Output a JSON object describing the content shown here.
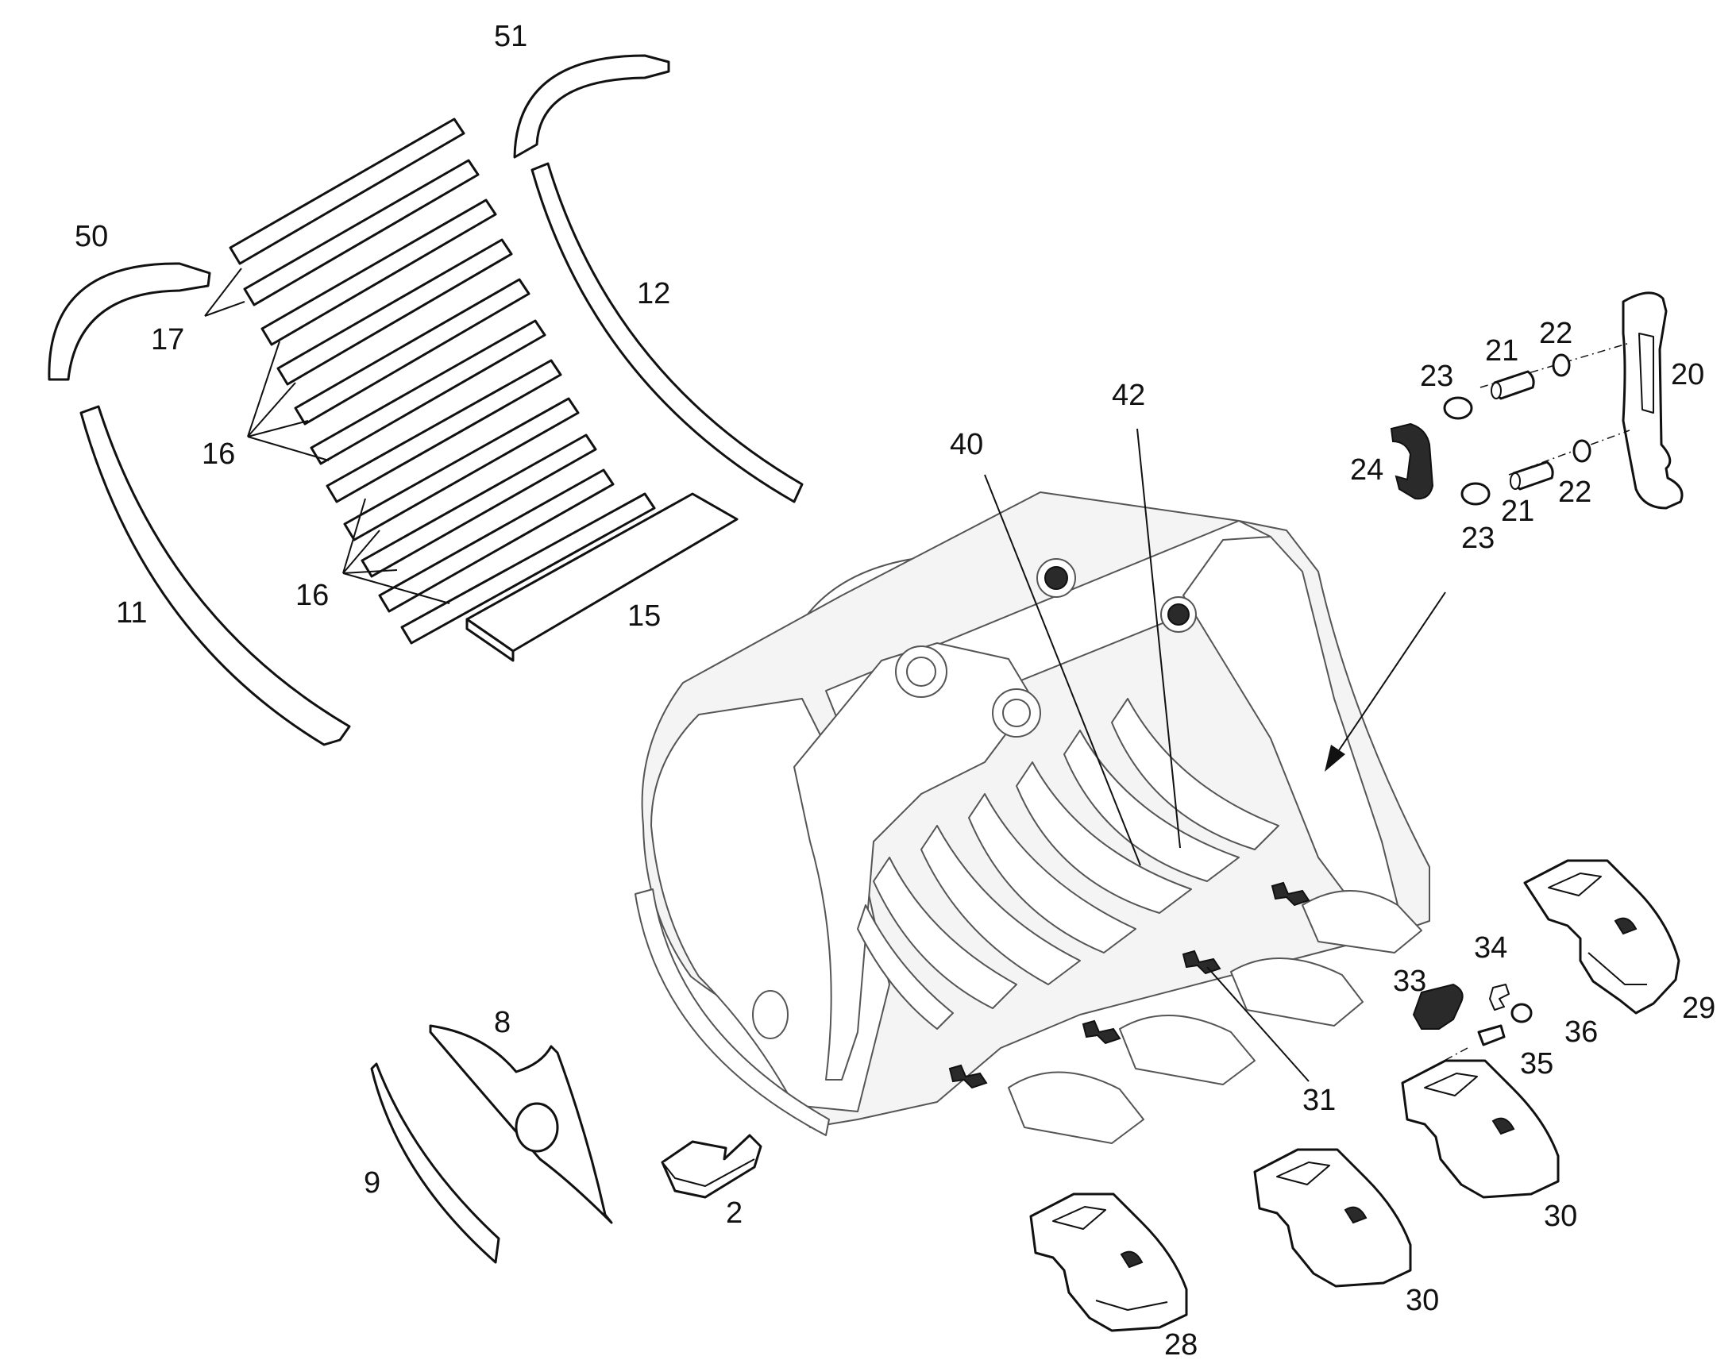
{
  "labels": {
    "p51": "51",
    "p50": "50",
    "p17": "17",
    "p16a": "16",
    "p16b": "16",
    "p15": "15",
    "p12": "12",
    "p11": "11",
    "p42": "42",
    "p40": "40",
    "p23a": "23",
    "p21a": "21",
    "p22a": "22",
    "p20": "20",
    "p24": "24",
    "p21b": "21",
    "p22b": "22",
    "p23b": "23",
    "p34": "34",
    "p33": "33",
    "p36": "36",
    "p35": "35",
    "p29": "29",
    "p31": "31",
    "p30a": "30",
    "p30b": "30",
    "p28": "28",
    "p8": "8",
    "p9": "9",
    "p2": "2"
  },
  "colors": {
    "line": "#111111",
    "bucket_line": "#555555",
    "background": "#ffffff"
  }
}
